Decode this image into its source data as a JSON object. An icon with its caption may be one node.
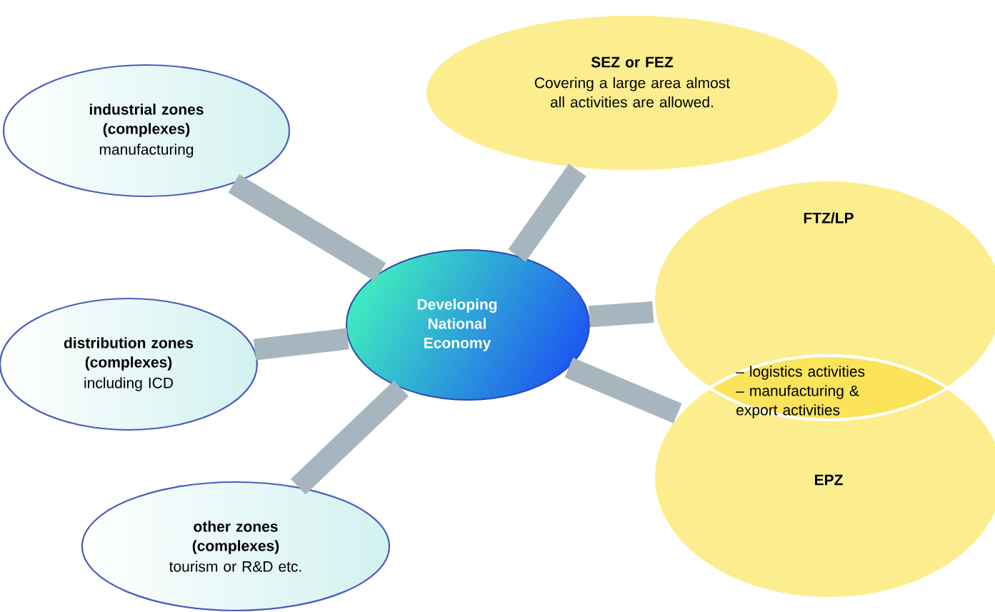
{
  "diagram": {
    "nodes": [
      {
        "text": [
          "SEZ or FEZ",
          "Covering a large area almost all activities are allowed."
        ]
      },
      {
        "text": [
          "industrial zones (complexes)",
          "manufacturing"
        ]
      },
      {
        "text": [
          "Developing National Economy"
        ]
      },
      {
        "text": [
          "FTZ/LP"
        ]
      },
      {
        "text": [
          "distribution zones (complexes)",
          "including ICD"
        ]
      },
      {
        "text": [
          "EPZ"
        ]
      },
      {
        "text": [
          "other zones (complexes)",
          "tourism or R&D etc."
        ]
      }
    ],
    "edges": [
      {
        "from": 2,
        "to": 0,
        "arrow": "none"
      },
      {
        "from": 2,
        "to": 1,
        "arrow": "none"
      },
      {
        "from": 2,
        "to": 3,
        "arrow": "none"
      },
      {
        "from": 2,
        "to": 4,
        "arrow": "none"
      },
      {
        "from": 2,
        "to": 5,
        "arrow": "none"
      },
      {
        "from": 2,
        "to": 6,
        "arrow": "none"
      }
    ],
    "labels": [
      "– logistics activities",
      "– manufacturing & export activities"
    ]
  }
}
